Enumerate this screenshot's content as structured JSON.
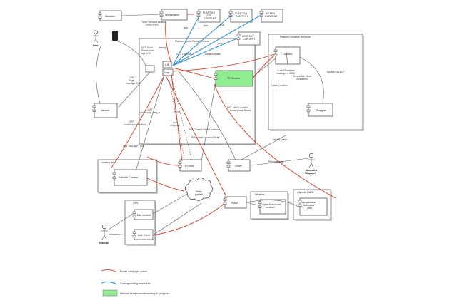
{
  "components": {
    "location": "Location",
    "worldmatics": "Worldmatics",
    "flat_file": "FLAT FILE\nCPS\nCONTENT",
    "flat_cda": "FLAT CDA\nCONTENT",
    "kv_dev": "KV DEV\nCONTENT",
    "live_text": "LIVETEXT\nCONTENT",
    "tr_service": "TR Service",
    "location_svc": "Location",
    "postgres": "Postgres",
    "varnish": "Varnish",
    "editorial_content": "Editorial Content",
    "kvstore": "KVStore",
    "json_store": "rStore",
    "pulse": "Pulse",
    "open_bbc_weather": "Open.bbc.co.uk/\nweather",
    "olympics_data": "olympicdata/\nvideodata/\n(cdl)",
    "day_content": "Day content",
    "live_event": "Live Event"
  },
  "groups": {
    "platform_torch": "Platform Torch Relay Services",
    "platform_location": "Platform Location Services",
    "content_net": "Content Net",
    "cps": "CPS",
    "weather": "Weather",
    "olympic_data": "Olympic DATA"
  },
  "actors": {
    "user": "User",
    "journalist": "Journalist\n/ Support",
    "editorial": "Editorial"
  },
  "inner_labels": {
    "lb": "L.B",
    "map": "Map"
  },
  "cloud": "Static\npublish",
  "edge_labels": {
    "e1": "Torch Vehicle Location\nGPS/GPRS",
    "e2": "json",
    "e3": "json",
    "e4": "json",
    "e5": "json",
    "e6": "latlong",
    "e7": "GFT Torch\nRoute; max\nage 1/30",
    "e8": "GET Location",
    "e9": "GFT\nPage\nmax-age 1/30",
    "e10": "Location/quals",
    "e11": "GFT\ncurrent torch location",
    "e12": "JSON",
    "e13": "json\nresponse",
    "e14": "GFT\ncurrent day / day_n",
    "e15": "PUT Current Torch Location",
    "e16": "PUT Initial Location Route",
    "e17": "GFT Initial Location\nRoute (Initial Route)",
    "e18": "GFT max-age : 1/30",
    "e19": "<Lnt>/Geoname\nmax-age -> 3600",
    "e20": "Users Location",
    "e21": "Response: <Lnt>\nGeonames",
    "e22": "Spatial SELECT",
    "e23": "Modify points",
    "e24": "Personal data"
  },
  "legend": {
    "red": "Route no longer active",
    "blue": "Corresponding new route",
    "green": "Service tier decommissioning in progress"
  },
  "colors": {
    "red_route": "#d43a1f",
    "blue_route": "#2f8fd6",
    "green_service": "#90ee90"
  }
}
